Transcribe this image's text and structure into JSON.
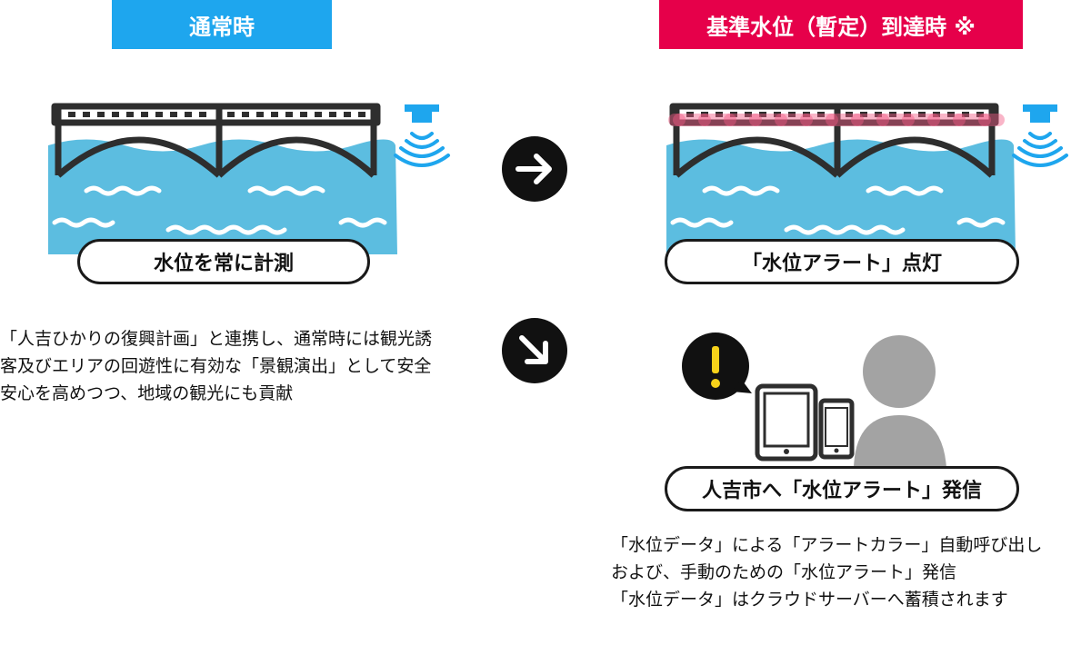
{
  "normal": {
    "tag": "通常時",
    "pill": "水位を常に計測",
    "desc": [
      "「人吉ひかりの復興計画」と連携し、通常時には観光誘",
      "客及びエリアの回遊性に有効な「景観演出」として安全",
      "安心を高めつつ、地域の観光にも貢献"
    ]
  },
  "alert": {
    "tag": "基準水位（暫定）到達時 ※",
    "pill": "「水位アラート」点灯",
    "notify_pill": "人吉市へ「水位アラート」発信",
    "desc": [
      "「水位データ」による「アラートカラー」自動呼び出し",
      "および、手動のための「水位アラート」発信",
      "「水位データ」はクラウドサーバーへ蓄積されます"
    ]
  },
  "icons": {
    "arrow_right": "arrow-right-icon",
    "arrow_down_right": "arrow-down-right-icon",
    "warning": "exclamation-icon",
    "sensor": "water-level-sensor-icon",
    "tablet": "tablet-icon",
    "phone": "smartphone-icon",
    "person": "person-icon"
  },
  "colors": {
    "normal_blue": "#1ea6ee",
    "alert_red": "#e6004a",
    "water": "#5cbde0",
    "alert_glow": "#f25c84",
    "outline": "#2e2e2e",
    "person_gray": "#a3a3a3"
  }
}
